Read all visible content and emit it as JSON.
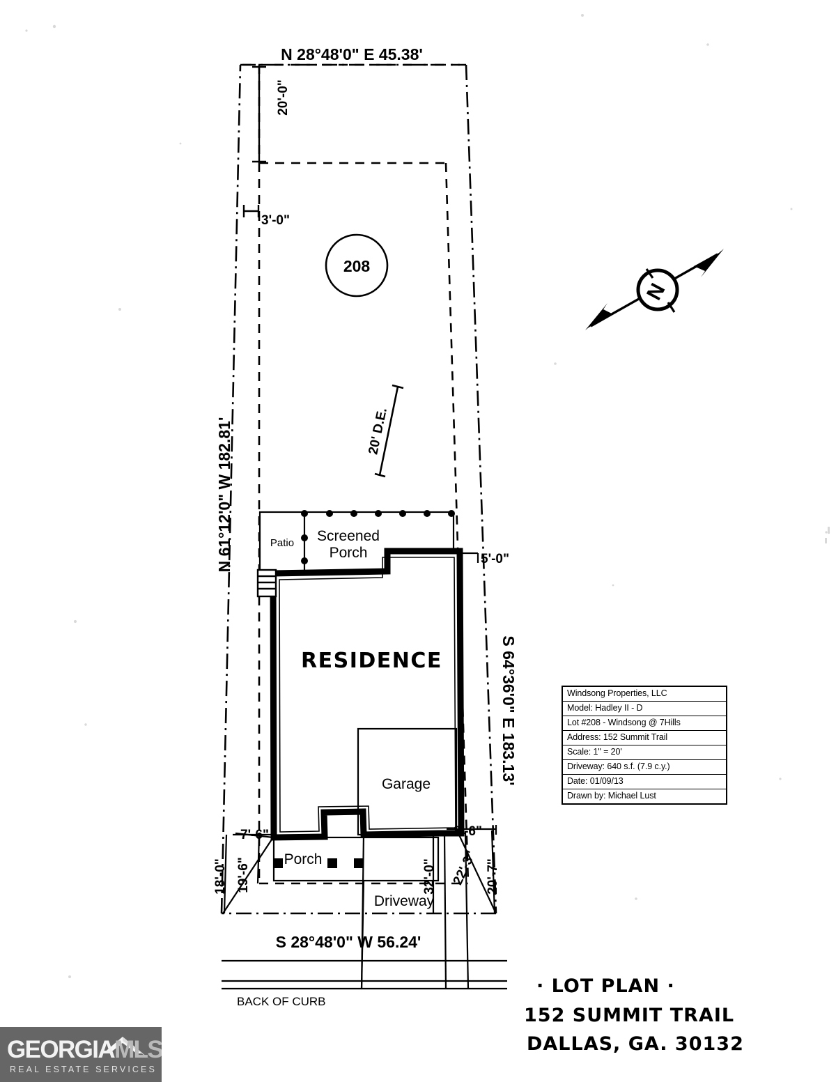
{
  "document": {
    "type": "lot-plan",
    "handwritten_title": "· LOT PLAN ·",
    "handwritten_address_line1": "152 SUMMIT TRAIL",
    "handwritten_address_line2": "DALLAS, GA. 30132"
  },
  "title_block": {
    "rows": [
      "Windsong Properties, LLC",
      "Model:  Hadley II - D",
      "Lot #208 - Windsong @ 7Hills",
      "Address:  152 Summit Trail",
      "Scale:  1\" = 20'",
      "Driveway:  640 s.f. (7.9 c.y.)",
      "Date:  01/09/13",
      "Drawn by:  Michael Lust"
    ]
  },
  "bearings": {
    "north": "N 28°48'0\" E 45.38'",
    "west": "N 61°12'0\" W 182.81'",
    "east": "S 64°36'0\" E 183.13'",
    "south": "S 28°48'0\" W 56.24'"
  },
  "lot": {
    "number": "208",
    "easement_label": "20' D.E.",
    "curb_label": "BACK OF CURB"
  },
  "setbacks": {
    "front_20": "20'-0\"",
    "side_3": "3'-0\"",
    "side_5": "5'-0\""
  },
  "structures": {
    "residence": "RESIDENCE",
    "screened_porch_line1": "Screened",
    "screened_porch_line2": "Porch",
    "patio": "Patio",
    "garage": "Garage",
    "porch": "Porch",
    "driveway": "Driveway"
  },
  "dimensions": {
    "left_offset_18": "18'-0\"",
    "left_offset_19_6": "19'-6\"",
    "porch_left_7_6": "7'-6\"",
    "garage_right_8_6": "8'-6\"",
    "driveway_width_32": "32'-0\"",
    "driveway_diag_22_3": "22'-3\"",
    "right_offset_20_7": "20'-7\""
  },
  "compass": {
    "label": "N",
    "name": "north-arrow"
  },
  "watermark": {
    "brand_first": "GEORGIA",
    "brand_second": "MLS",
    "tagline": "REAL ESTATE SERVICES",
    "bg_color": "#666666"
  }
}
